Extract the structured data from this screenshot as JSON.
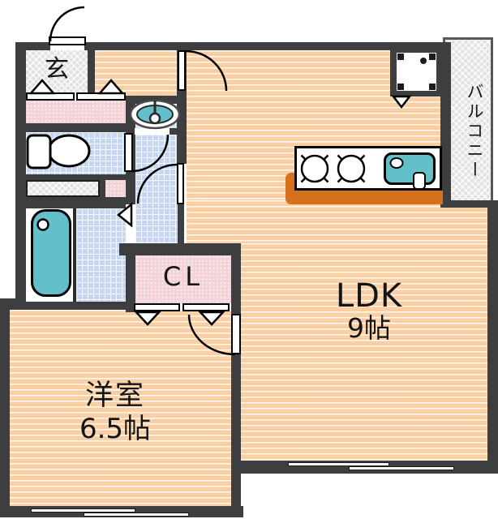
{
  "plan_title": "apartment-floor-plan",
  "rooms": {
    "entrance": {
      "label": "玄"
    },
    "balcony": {
      "label": "バルコニー"
    },
    "ldk": {
      "label": "LDK",
      "size": "9帖"
    },
    "western_room": {
      "label": "洋室",
      "size": "6.5帖"
    },
    "closet": {
      "label": "CL"
    }
  },
  "fixtures": [
    "entrance-door",
    "toilet",
    "washbasin",
    "bathtub",
    "stove-burners",
    "kitchen-sink",
    "washing-machine-pan",
    "kitchen-counter",
    "sliding-windows",
    "closet-folding-doors"
  ],
  "colors": {
    "wall": "#3d3e40",
    "wood_floor": "#f9cfa3",
    "tile_floor": "#c7d7f2",
    "entrance_hatch": "#e2e2e2",
    "pink_floor": "#f3d3d7",
    "fixture_teal": "#63c0cb",
    "counter_edge": "#d4711c"
  }
}
